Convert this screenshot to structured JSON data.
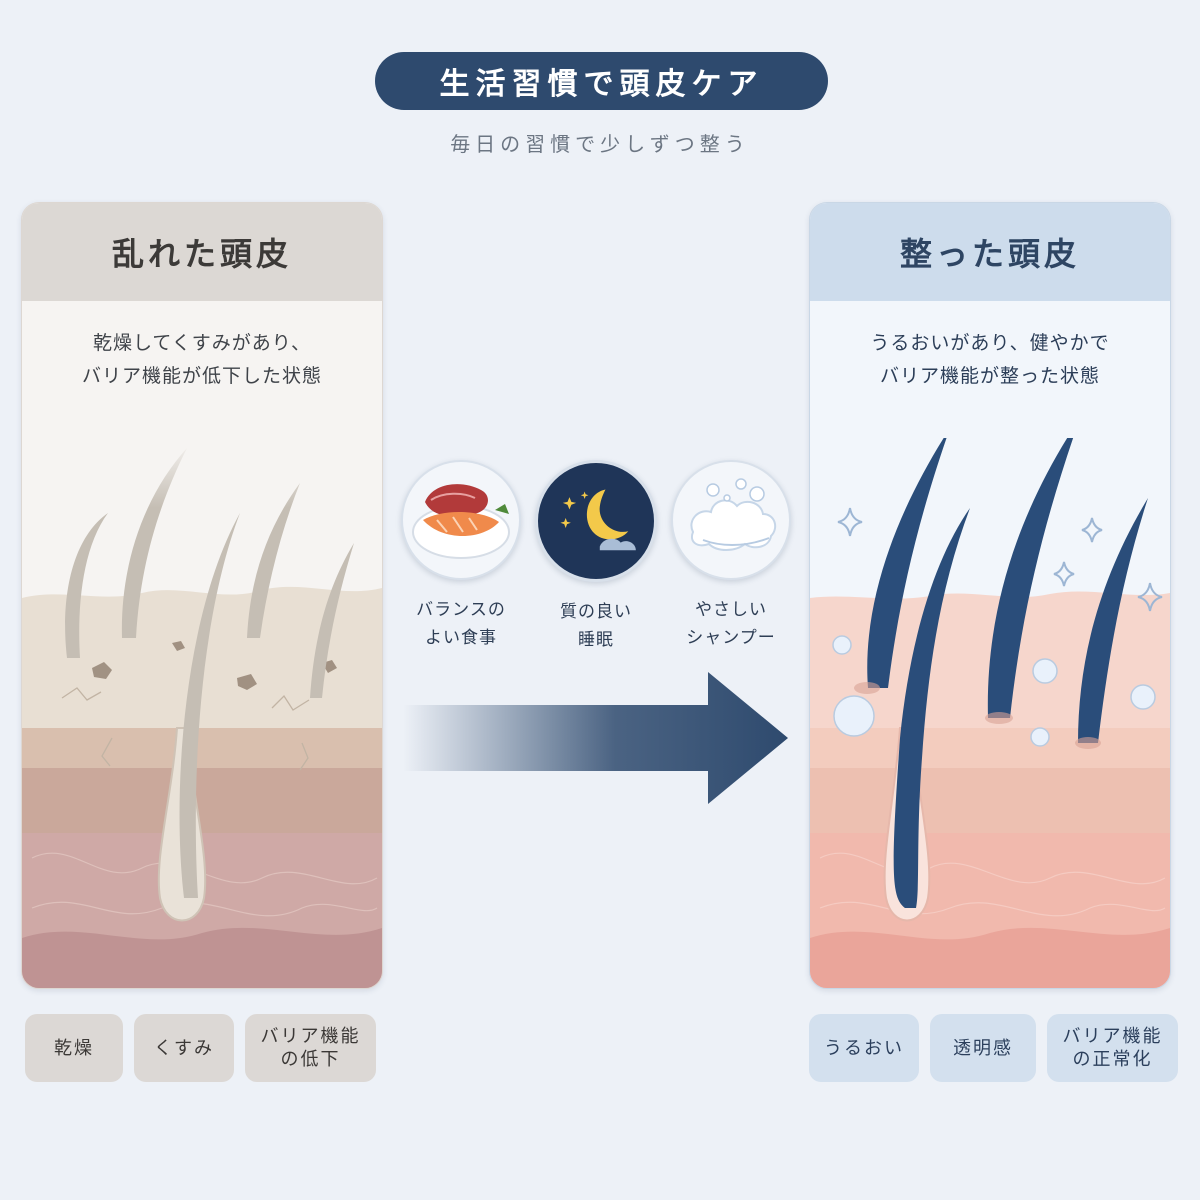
{
  "header": {
    "title": "生活習慣で頭皮ケア",
    "subtitle": "毎日の習慣で少しずつ整う"
  },
  "left_panel": {
    "title": "乱れた頭皮",
    "desc_line1": "乾燥してくすみがあり、",
    "desc_line2": "バリア機能が低下した状態",
    "tags": [
      {
        "line1": "乾燥",
        "line2": ""
      },
      {
        "line1": "くすみ",
        "line2": ""
      },
      {
        "line1": "バリア機能",
        "line2": "の低下"
      }
    ]
  },
  "right_panel": {
    "title": "整った頭皮",
    "desc_line1": "うるおいがあり、健やかで",
    "desc_line2": "バリア機能が整った状態",
    "tags": [
      {
        "line1": "うるおい",
        "line2": ""
      },
      {
        "line1": "透明感",
        "line2": ""
      },
      {
        "line1": "バリア機能",
        "line2": "の正常化"
      }
    ]
  },
  "habits": [
    {
      "icon": "meal-icon",
      "line1": "バランスの",
      "line2": "よい食事"
    },
    {
      "icon": "moon-icon",
      "line1": "質の良い",
      "line2": "睡眠"
    },
    {
      "icon": "foam-icon",
      "line1": "やさしい",
      "line2": "シャンプー"
    }
  ],
  "colors": {
    "navy": "#2e4a6e",
    "background": "#edf1f7",
    "dry_skin": "#e8dfd3",
    "healthy_skin": "#f6d6cc",
    "dry_hair": "#c5beb4",
    "healthy_hair": "#2a4d7a"
  }
}
